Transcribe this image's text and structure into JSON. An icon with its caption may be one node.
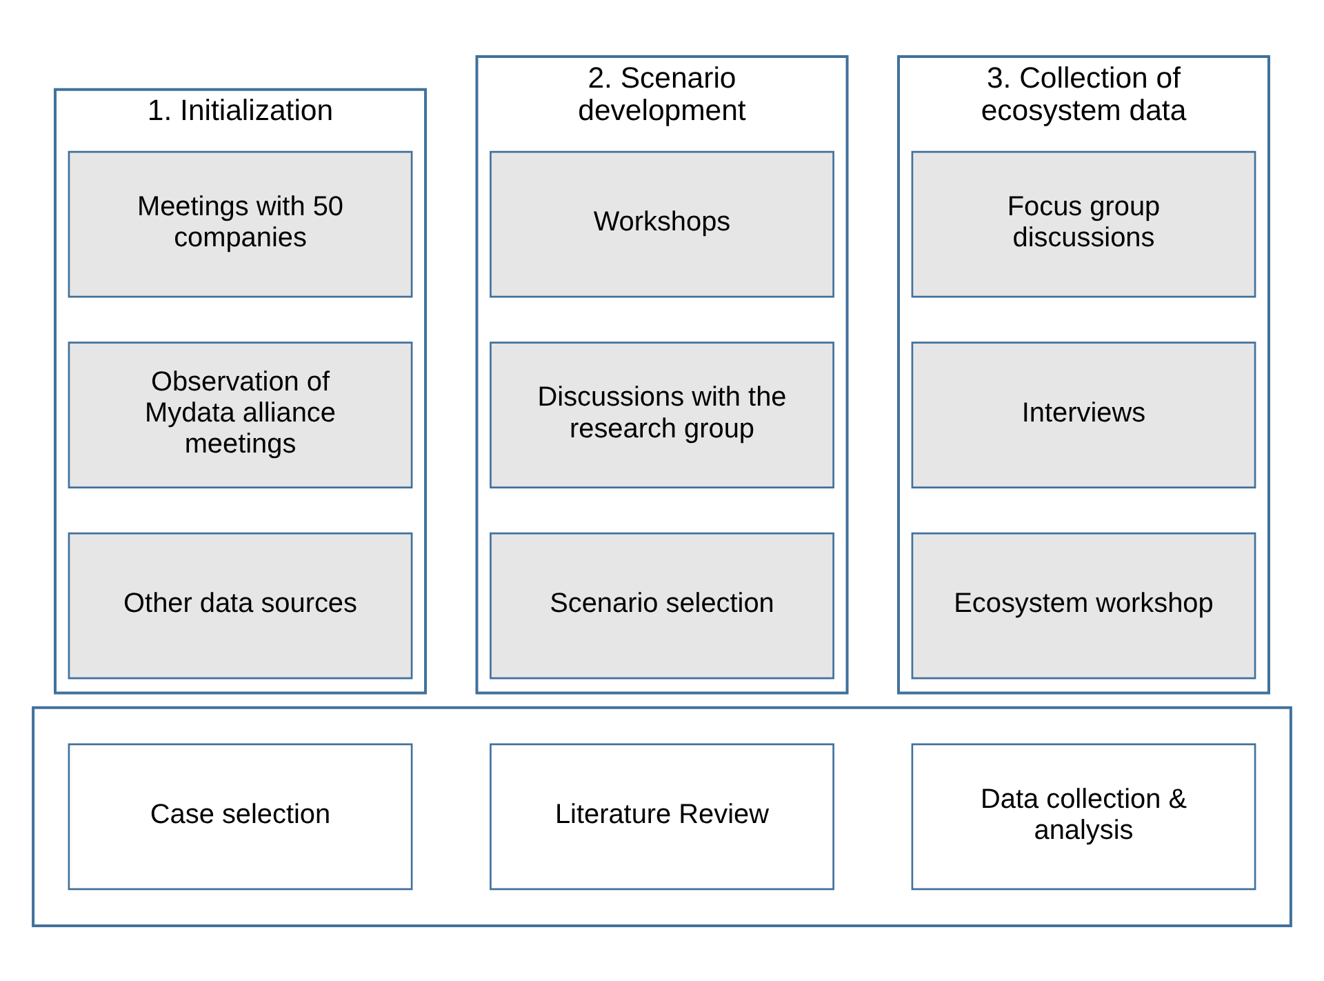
{
  "diagram": {
    "nodes": [
      {
        "text": [
          "1. Initialization"
        ]
      },
      {
        "text": [
          "Meetings with 50 companies"
        ],
        "in": 0
      },
      {
        "text": [
          "Observation of Mydata alliance meetings"
        ],
        "in": 0
      },
      {
        "text": [
          "Other data sources"
        ],
        "in": 0
      },
      {
        "text": [
          "2. Scenario development"
        ]
      },
      {
        "text": [
          "Workshops"
        ],
        "in": 4
      },
      {
        "text": [
          "Discussions with the research group"
        ],
        "in": 4
      },
      {
        "text": [
          "Scenario selection"
        ],
        "in": 4
      },
      {
        "text": [
          "3. Collection of ecosystem data"
        ]
      },
      {
        "text": [
          "Focus group discussions"
        ],
        "in": 8
      },
      {
        "text": [
          "Interviews"
        ],
        "in": 8
      },
      {
        "text": [
          "Ecosystem workshop"
        ],
        "in": 8
      },
      {
        "text": [],
        "shape": "box"
      },
      {
        "text": [
          "Case selection"
        ],
        "in": 12
      },
      {
        "text": [
          "Literature Review"
        ],
        "in": 12
      },
      {
        "text": [
          "Data collection & analysis"
        ],
        "in": 12
      }
    ]
  }
}
